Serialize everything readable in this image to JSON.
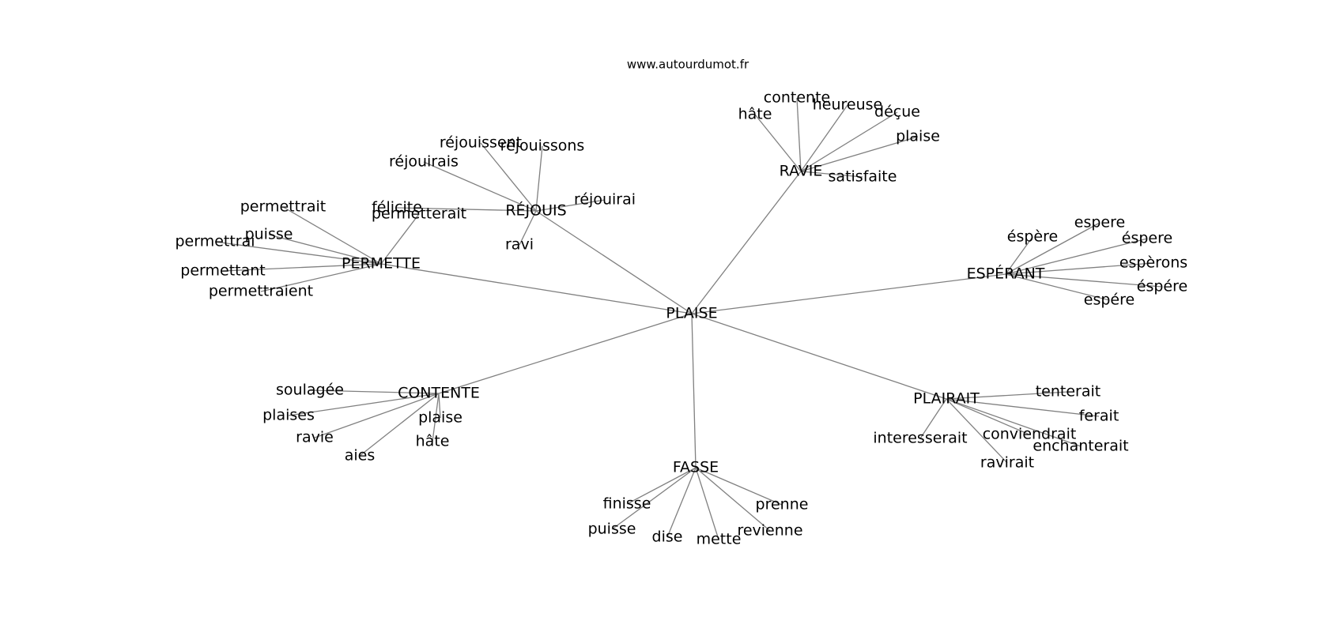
{
  "site": "www.autourdumot.fr",
  "graph": {
    "center": "PLAISE",
    "hubs": [
      {
        "id": "REJOUIS",
        "label": "RÉJOUIS",
        "leaves": [
          "réjouissent",
          "réjouissons",
          "réjouirais",
          "réjouirai",
          "félicite",
          "ravi"
        ]
      },
      {
        "id": "RAVIE",
        "label": "RAVIE",
        "leaves": [
          "contente",
          "heureuse",
          "hâte",
          "déçue",
          "plaise",
          "satisfaite"
        ]
      },
      {
        "id": "PERMETTE",
        "label": "PERMETTE",
        "leaves": [
          "permettrait",
          "permetterait",
          "puisse",
          "permettrai",
          "permettant",
          "permettraient"
        ]
      },
      {
        "id": "ESPERANT",
        "label": "ESPÉRANT",
        "leaves": [
          "espere",
          "éspère",
          "éspere",
          "espèrons",
          "éspére",
          "espére"
        ]
      },
      {
        "id": "CONTENTE",
        "label": "CONTENTE",
        "leaves": [
          "soulagée",
          "plaises",
          "plaise",
          "ravie",
          "hâte",
          "aies"
        ]
      },
      {
        "id": "PLAIRAIT",
        "label": "PLAIRAIT",
        "leaves": [
          "tenterait",
          "ferait",
          "interesserait",
          "conviendrait",
          "enchanterait",
          "ravirait"
        ]
      },
      {
        "id": "FASSE",
        "label": "FASSE",
        "leaves": [
          "finisse",
          "prenne",
          "puisse",
          "dise",
          "mette",
          "revienne"
        ]
      }
    ]
  }
}
